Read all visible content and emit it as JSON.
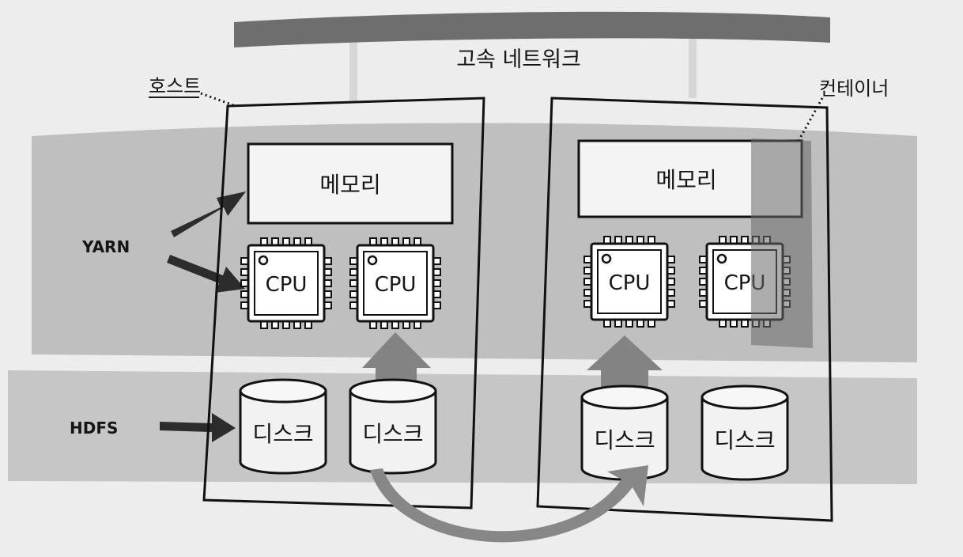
{
  "labels": {
    "network": "고속 네트워크",
    "host": "호스트",
    "container": "컨테이너",
    "yarn": "YARN",
    "hdfs": "HDFS"
  },
  "hosts": [
    {
      "memory": "메모리",
      "cpus": [
        "CPU",
        "CPU"
      ],
      "disks": [
        "디스크",
        "디스크"
      ]
    },
    {
      "memory": "메모리",
      "cpus": [
        "CPU",
        "CPU"
      ],
      "disks": [
        "디스크",
        "디스크"
      ]
    }
  ],
  "colors": {
    "paper": "#ededed",
    "band": "#bebebe",
    "network_bar": "#6e6e6e",
    "outline": "#111111",
    "container_overlay": "#808080",
    "flow_arrow": "#868686"
  }
}
